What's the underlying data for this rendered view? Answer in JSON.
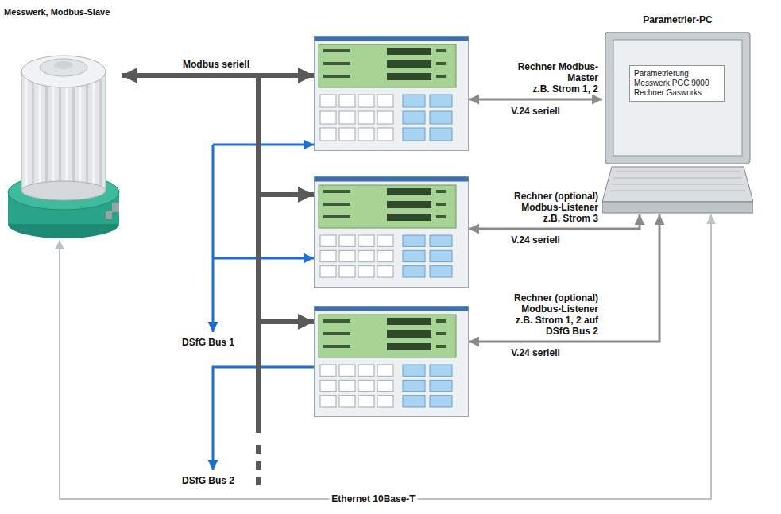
{
  "diagram": {
    "nodes": [
      {
        "text": [
          "Messwerk, Modbus-Slave"
        ]
      },
      {
        "text": [
          "Rechner Modbus-Master",
          "z.B. Strom 1, 2"
        ]
      },
      {
        "text": [
          "Rechner (optional) Modbus-Listener",
          "z.B. Strom 3"
        ]
      },
      {
        "text": [
          "Rechner (optional) Modbus-Listener",
          "z.B. Strom 1, 2 auf DSfG Bus 2"
        ]
      },
      {
        "text": [
          "Parametrier-PC"
        ]
      },
      {
        "text": [
          "Parametrierung Messwerk PGC 9000 Rechner Gasworks"
        ],
        "in": 4
      }
    ],
    "edges": [
      {
        "from": 0,
        "to": 1,
        "arrow": "both",
        "label": "Modbus seriell"
      },
      {
        "from": 0,
        "to": 2,
        "arrow": "to"
      },
      {
        "from": 0,
        "to": 3,
        "arrow": "to"
      },
      {
        "from": 1,
        "to": 4,
        "arrow": "both",
        "label": "V.24 seriell"
      },
      {
        "from": 4,
        "to": 2,
        "arrow": "both",
        "label": "V.24 seriell"
      },
      {
        "from": 4,
        "to": 3,
        "arrow": "both",
        "label": "V.24 seriell"
      },
      {
        "from": 0,
        "to": 4,
        "arrow": "both",
        "label": "Ethernet 10Base-T"
      }
    ],
    "labels": [
      "DSfG Bus 1",
      "DSfG Bus 2"
    ]
  }
}
